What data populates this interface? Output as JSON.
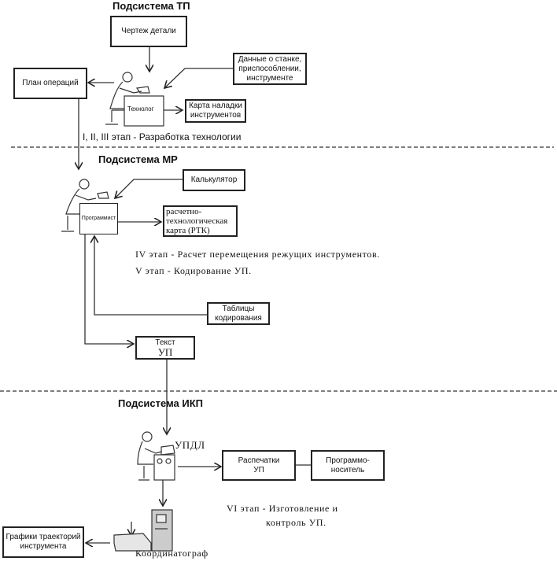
{
  "tp": {
    "title": "Подсистема ТП",
    "drawing": "Чертеж детали",
    "machine_data": [
      "Данные о станке,",
      "приспособлении,",
      "инструменте"
    ],
    "operations_plan": "План операций",
    "technologist": "Технолог",
    "tool_setup_card": [
      "Карта наладки",
      "инструментов"
    ],
    "stage": "I, II, III этап - Разработка технологии"
  },
  "mr": {
    "title": "Подсистема МР",
    "calculator": "Калькулятор",
    "programmer": "Программист",
    "rtk": [
      "расчетно-",
      "технологическая",
      "карта (РТК)"
    ],
    "stage4": "IV этап - Расчет перемещения режущих инструментов.",
    "stage5": "V этап - Кодирование УП.",
    "coding_tables": [
      "Таблицы",
      "кодирования"
    ],
    "program_text": [
      "Текст",
      "УП"
    ]
  },
  "ikp": {
    "title": "Подсистема ИКП",
    "updl": "УПДЛ",
    "printouts": [
      "Распечатки",
      "УП"
    ],
    "carrier": [
      "Программо-",
      "носитель"
    ],
    "stage6": [
      "VI этап - Изготовление и",
      "контроль УП."
    ],
    "plotter": "Координатограф",
    "tool_paths": [
      "Графики траекторий",
      "инструмента"
    ]
  }
}
